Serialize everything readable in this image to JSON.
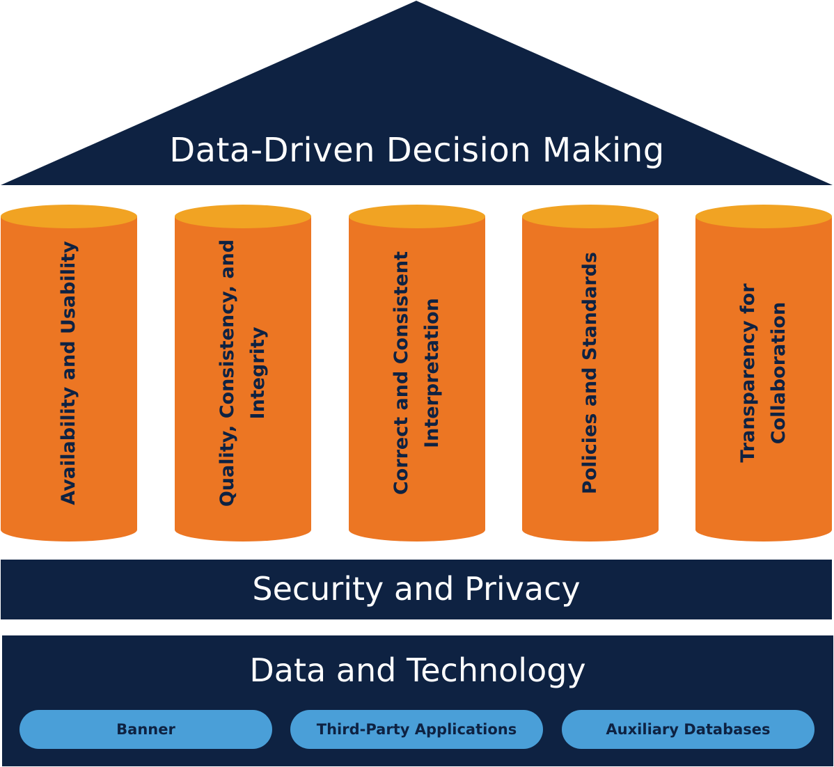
{
  "colors": {
    "navy": "#0e2242",
    "pillar_body": "#ec7623",
    "pillar_top": "#f1a323",
    "pill": "#4a9fd8",
    "white": "#ffffff"
  },
  "roof": {
    "title": "Data-Driven Decision Making"
  },
  "pillars": [
    {
      "label": "Availability and Usability"
    },
    {
      "label": "Quality, Consistency, and Integrity"
    },
    {
      "label": "Correct and Consistent Interpretation"
    },
    {
      "label": "Policies and Standards"
    },
    {
      "label": "Transparency for Collaboration"
    }
  ],
  "security": {
    "label": "Security and Privacy"
  },
  "foundation": {
    "label": "Data and Technology",
    "items": [
      {
        "label": "Banner"
      },
      {
        "label": "Third-Party Applications"
      },
      {
        "label": "Auxiliary Databases"
      }
    ]
  }
}
